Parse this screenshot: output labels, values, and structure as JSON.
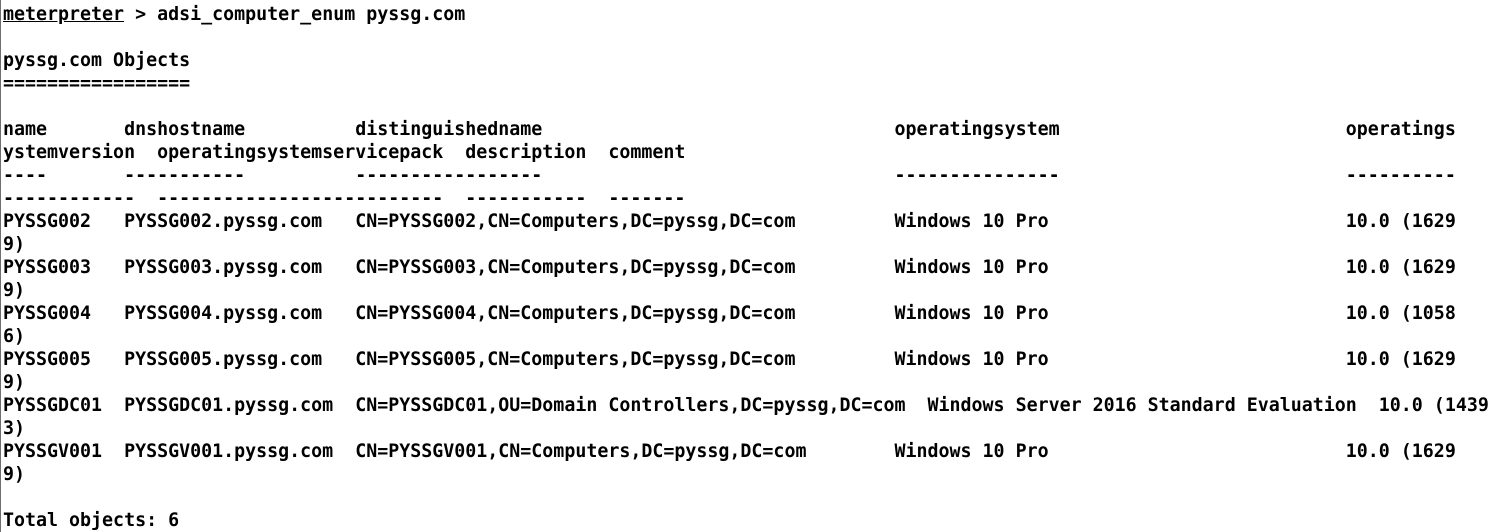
{
  "terminal": {
    "prompt": "meterpreter",
    "command_line": " > adsi_computer_enum pyssg.com",
    "lines": [
      "",
      "",
      "pyssg.com Objects",
      "=================",
      "",
      "name       dnshostname          distinguishedname                                operatingsystem                          operatings",
      "ystemversion  operatingsystemservicepack  description  comment",
      "----       -----------          -----------------                                ---------------                          ----------",
      "------------  --------------------------  -----------  -------",
      "PYSSG002   PYSSG002.pyssg.com   CN=PYSSG002,CN=Computers,DC=pyssg,DC=com         Windows 10 Pro                           10.0 (1629",
      "9)",
      "PYSSG003   PYSSG003.pyssg.com   CN=PYSSG003,CN=Computers,DC=pyssg,DC=com         Windows 10 Pro                           10.0 (1629",
      "9)",
      "PYSSG004   PYSSG004.pyssg.com   CN=PYSSG004,CN=Computers,DC=pyssg,DC=com         Windows 10 Pro                           10.0 (1058",
      "6)",
      "PYSSG005   PYSSG005.pyssg.com   CN=PYSSG005,CN=Computers,DC=pyssg,DC=com         Windows 10 Pro                           10.0 (1629",
      "9)",
      "PYSSGDC01  PYSSGDC01.pyssg.com  CN=PYSSGDC01,OU=Domain Controllers,DC=pyssg,DC=com  Windows Server 2016 Standard Evaluation  10.0 (1439",
      "3)",
      "PYSSGV001  PYSSGV001.pyssg.com  CN=PYSSGV001,CN=Computers,DC=pyssg,DC=com        Windows 10 Pro                           10.0 (1629",
      "9)",
      "",
      "Total objects: 6"
    ]
  }
}
